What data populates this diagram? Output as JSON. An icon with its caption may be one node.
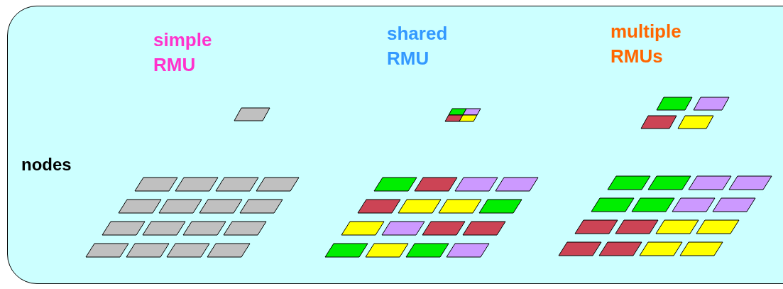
{
  "diagram": {
    "labels": [
      "simple RMU",
      "shared RMU",
      "multiple RMUs",
      "nodes"
    ]
  }
}
